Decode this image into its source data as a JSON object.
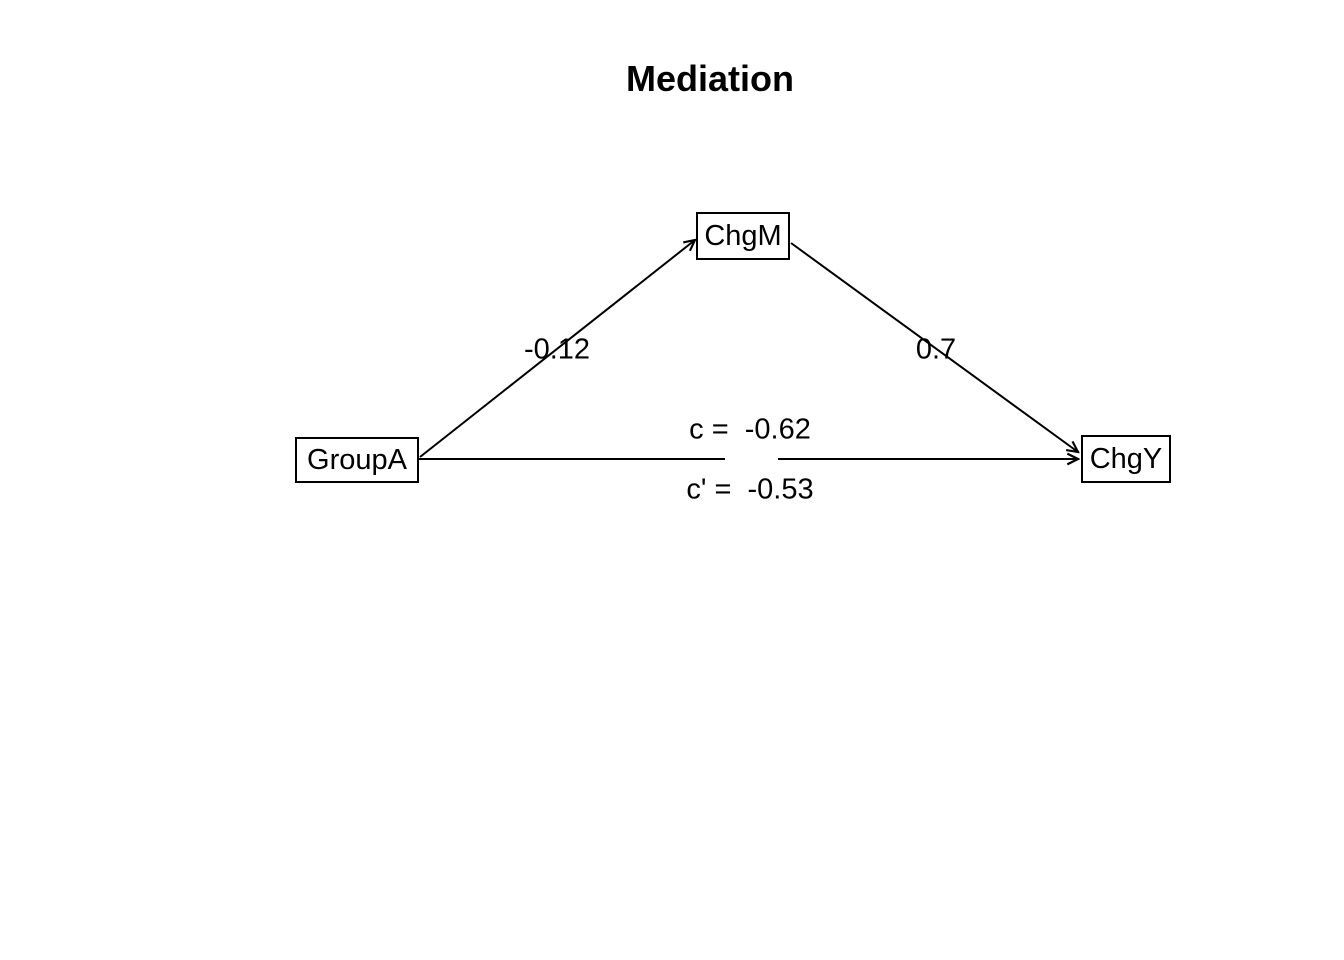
{
  "title": "Mediation",
  "nodes": [
    {
      "id": "GroupA",
      "label": "GroupA",
      "role": "predictor"
    },
    {
      "id": "ChgM",
      "label": "ChgM",
      "role": "mediator"
    },
    {
      "id": "ChgY",
      "label": "ChgY",
      "role": "outcome"
    }
  ],
  "edges": [
    {
      "from": "GroupA",
      "to": "ChgM",
      "path": "a",
      "value": -0.12,
      "label": "-0.12"
    },
    {
      "from": "ChgM",
      "to": "ChgY",
      "path": "b",
      "value": 0.7,
      "label": "0.7"
    },
    {
      "from": "GroupA",
      "to": "ChgY",
      "path": "c",
      "value": -0.62,
      "label": "c =  -0.62"
    },
    {
      "from": "GroupA",
      "to": "ChgY",
      "path": "c'",
      "value": -0.53,
      "label": "c' =  -0.53"
    }
  ],
  "colors": {
    "background": "#ffffff",
    "line": "#000000",
    "text": "#000000"
  }
}
